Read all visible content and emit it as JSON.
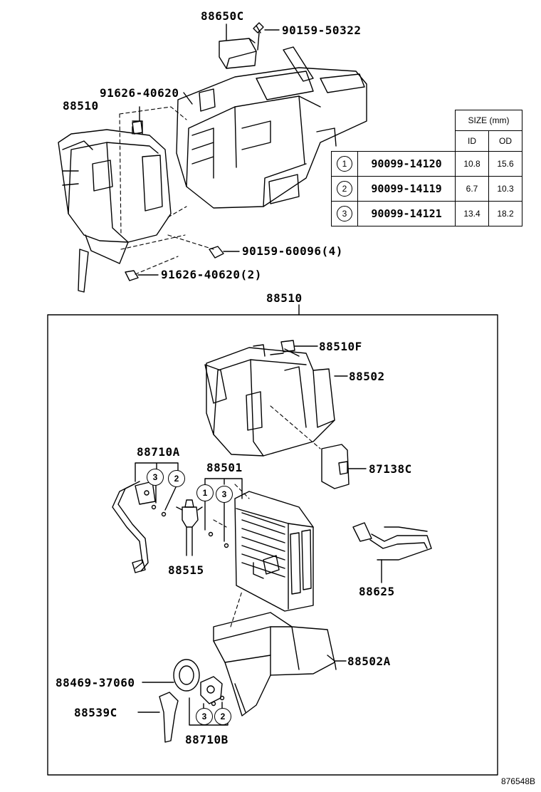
{
  "labels": {
    "l_88650C": "88650C",
    "l_9015950322": "90159-50322",
    "l_9162640620_top": "91626-40620",
    "l_88510_top": "88510",
    "l_9015960096": "90159-60096(4)",
    "l_9162640620_2": "91626-40620(2)",
    "l_88510_box": "88510",
    "l_88510F": "88510F",
    "l_88502": "88502",
    "l_88710A": "88710A",
    "l_88501": "88501",
    "l_87138C": "87138C",
    "l_88515": "88515",
    "l_88625": "88625",
    "l_88502A": "88502A",
    "l_8846937060": "88469-37060",
    "l_88539C": "88539C",
    "l_88710B": "88710B"
  },
  "callouts": {
    "c_710A_3": "3",
    "c_710A_2": "2",
    "c_501_1": "1",
    "c_501_3": "3",
    "c_710B_3": "3",
    "c_710B_2": "2"
  },
  "size_table": {
    "title": "SIZE (mm)",
    "col_id": "ID",
    "col_od": "OD",
    "rows": [
      {
        "ref": "1",
        "part": "90099-14120",
        "id": "10.8",
        "od": "15.6"
      },
      {
        "ref": "2",
        "part": "90099-14119",
        "id": "6.7",
        "od": "10.3"
      },
      {
        "ref": "3",
        "part": "90099-14121",
        "id": "13.4",
        "od": "18.2"
      }
    ]
  },
  "figure_code": "876548B"
}
